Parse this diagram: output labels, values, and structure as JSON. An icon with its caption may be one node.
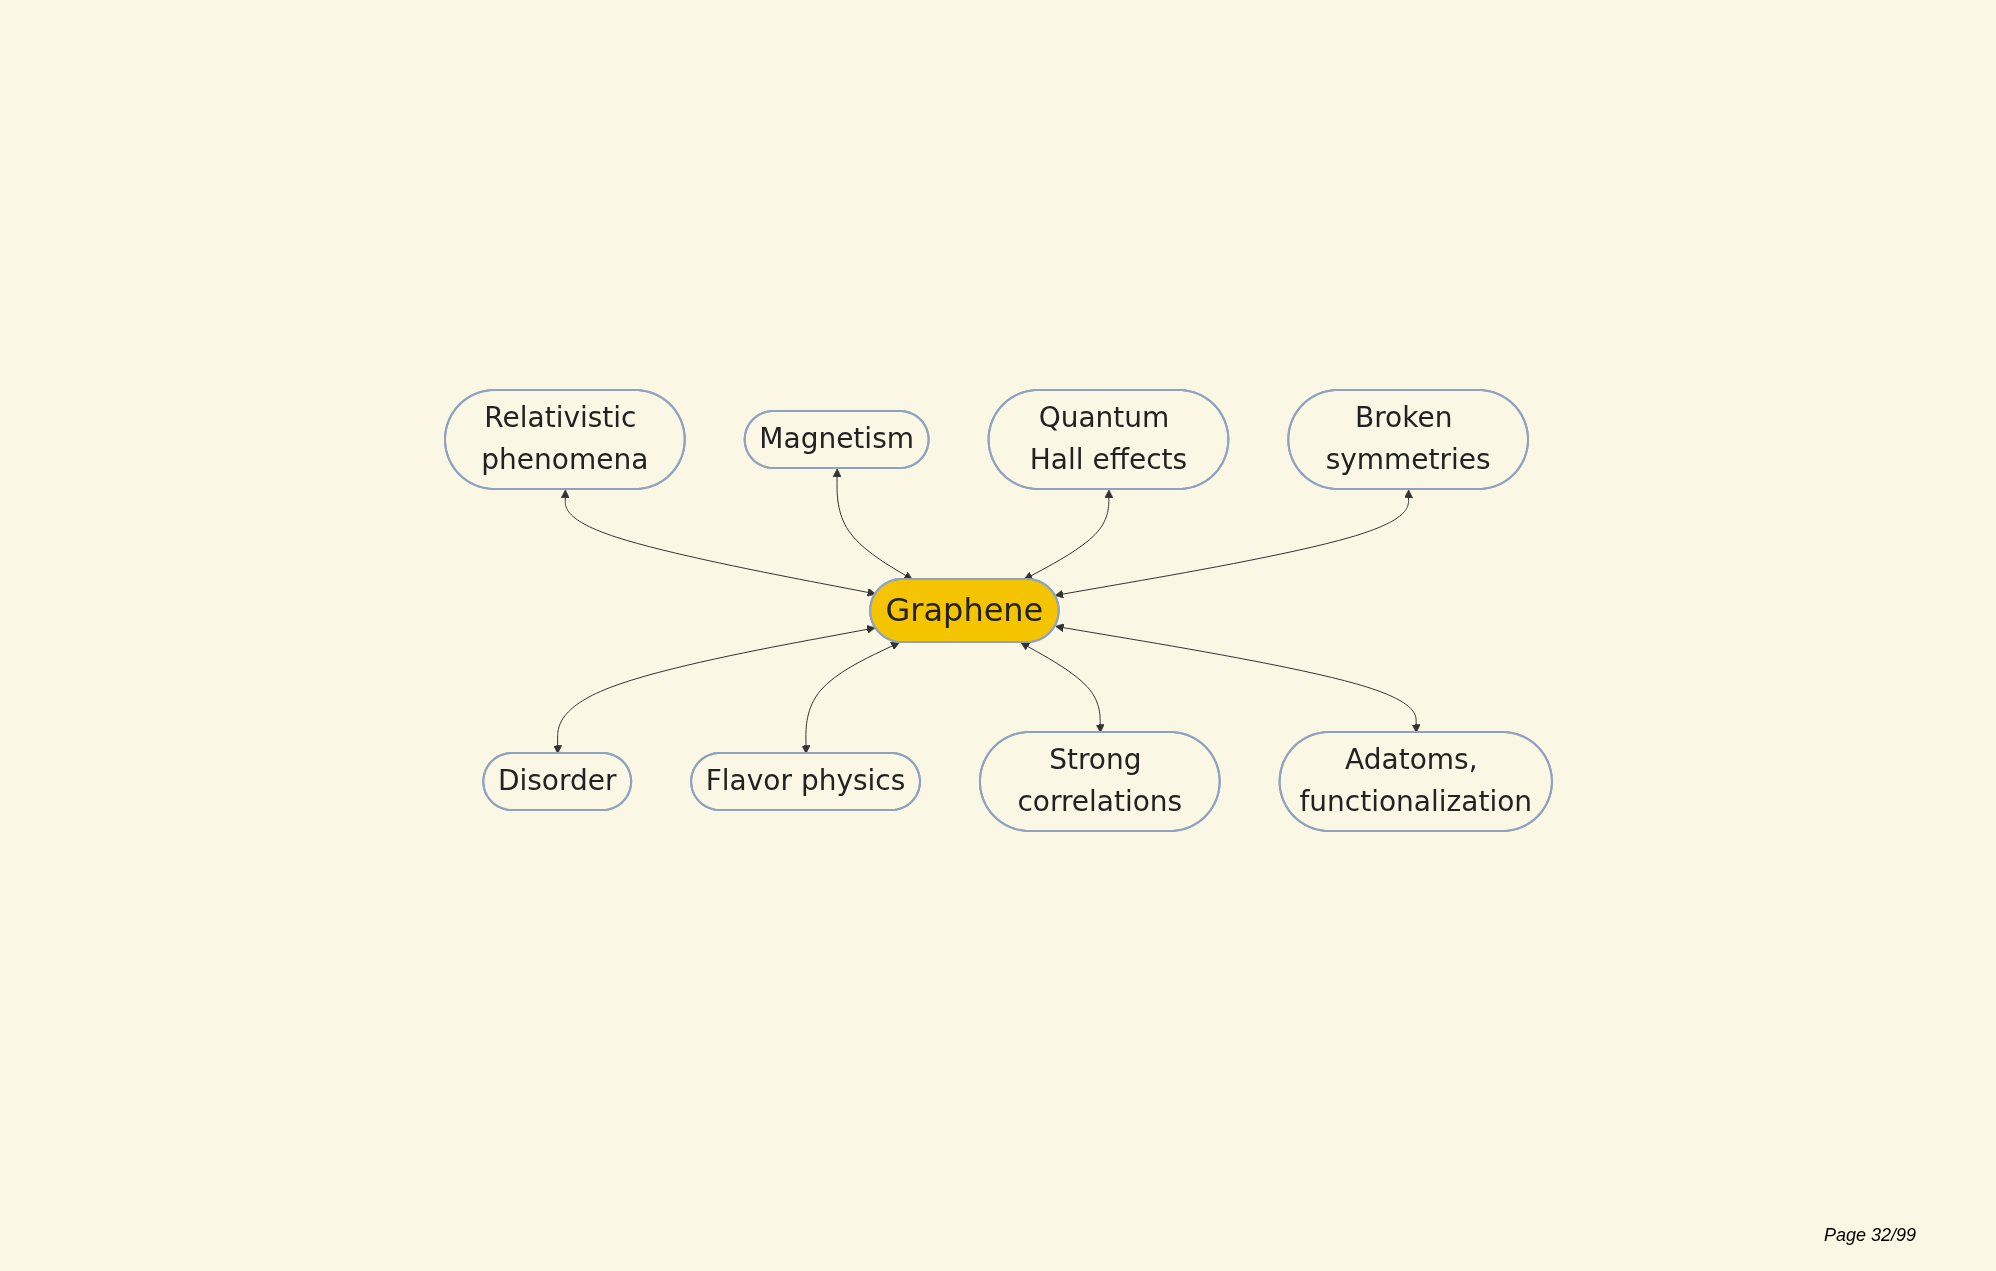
{
  "diagram": {
    "nodes": [
      {
        "text": [
          "Magnetism"
        ]
      },
      {
        "text": [
          "Relativistic phenomena"
        ]
      },
      {
        "text": [
          "Quantum Hall effects"
        ]
      },
      {
        "text": [
          "Broken symmetries"
        ]
      },
      {
        "text": [
          "Graphene"
        ]
      },
      {
        "text": [
          "Disorder"
        ]
      },
      {
        "text": [
          "Flavor physics"
        ]
      },
      {
        "text": [
          "Adatoms, functionalization"
        ]
      },
      {
        "text": [
          "Strong correlations"
        ]
      }
    ],
    "edges": [
      {
        "from": 1,
        "to": 4,
        "arrow": "both"
      },
      {
        "from": 0,
        "to": 4,
        "arrow": "both"
      },
      {
        "from": 2,
        "to": 4,
        "arrow": "both"
      },
      {
        "from": 3,
        "to": 4,
        "arrow": "both"
      },
      {
        "from": 4,
        "to": 5,
        "arrow": "both"
      },
      {
        "from": 4,
        "to": 6,
        "arrow": "both"
      },
      {
        "from": 4,
        "to": 8,
        "arrow": "both"
      },
      {
        "from": 4,
        "to": 7,
        "arrow": "both"
      }
    ],
    "labels": [
      "Page 32/99"
    ]
  }
}
